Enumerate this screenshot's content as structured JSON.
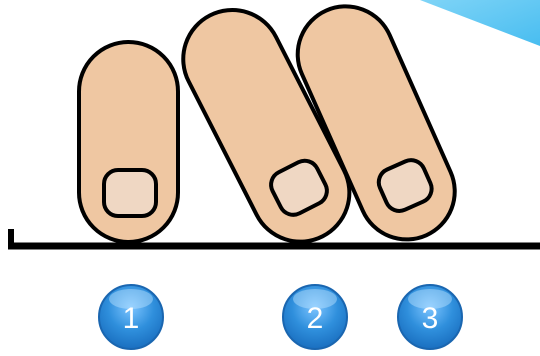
{
  "colors": {
    "finger_skin": "#efc7a2",
    "nail": "#efd7c3",
    "outline": "#000000",
    "surface": "#000000",
    "badge_fill": "#2e8fde",
    "badge_highlight": "#8fd0ff",
    "badge_text": "#ffffff",
    "corner_accent": "#5bc8f5"
  },
  "badges": [
    {
      "label": "1"
    },
    {
      "label": "2"
    },
    {
      "label": "3"
    }
  ]
}
